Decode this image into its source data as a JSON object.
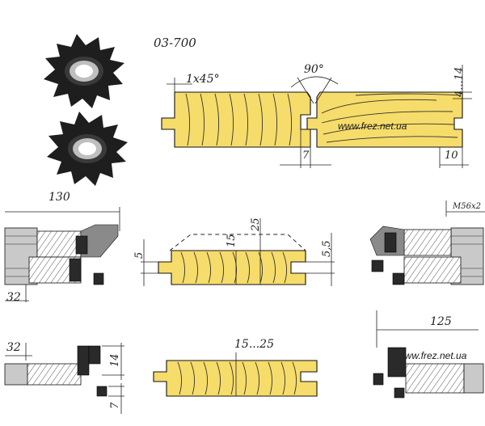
{
  "model_code": "03-700",
  "watermark": "www.frez.net.ua",
  "top_profile": {
    "chamfer": "1x45°",
    "angle": "90°",
    "depth_right": "4...14",
    "groove_width": "7",
    "tongue_width": "10"
  },
  "left_cutter": {
    "width": "130",
    "bottom": "32"
  },
  "right_cutter": {
    "thread": "M56x2"
  },
  "middle_board": {
    "tongue": "5",
    "board": "15",
    "height": "25",
    "groove": "5,5"
  },
  "bottom_left_cutter": {
    "width": "32",
    "height": "14",
    "lip": "7"
  },
  "bottom_board": {
    "thickness": "15...25"
  },
  "bottom_right_cutter": {
    "width": "125"
  },
  "colors": {
    "wood": "#f6dc6a",
    "steel_dark": "#2a2a2a",
    "outline": "#111111"
  }
}
